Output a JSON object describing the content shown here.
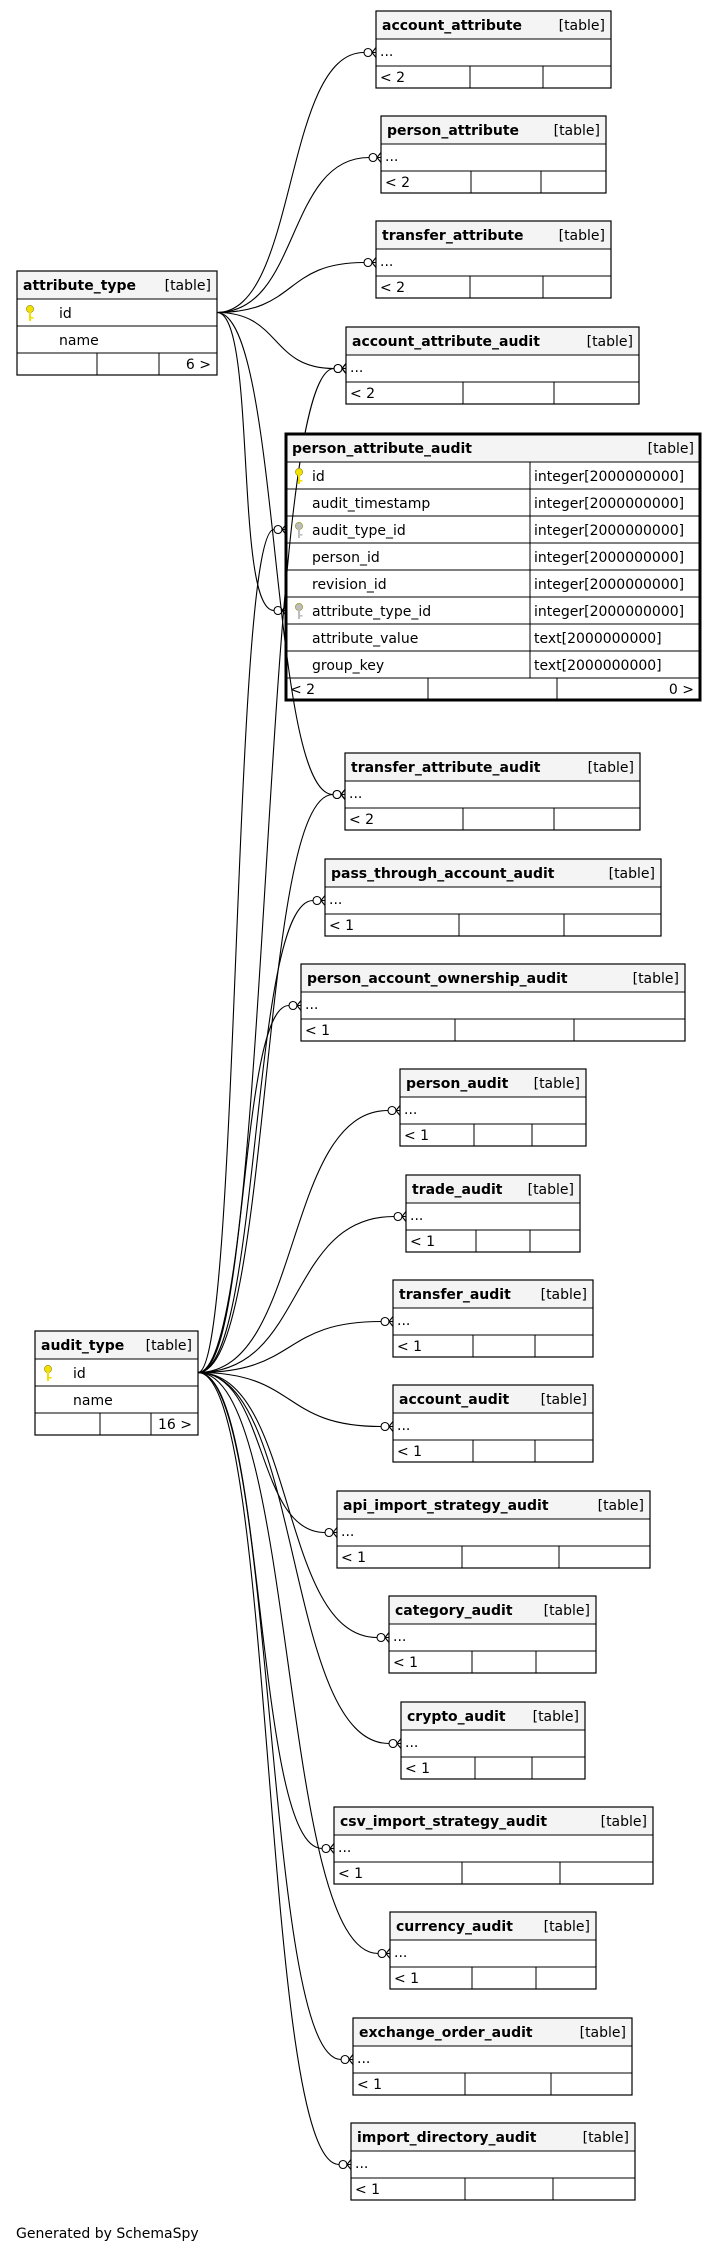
{
  "footer": "Generated by SchemaSpy",
  "type_suffix": "[table]",
  "ellipsis": "...",
  "tables": [
    {
      "key": "attribute_type",
      "name": "attribute_type",
      "type": "[table]",
      "columns": [
        {
          "pk": true,
          "name": "id"
        },
        {
          "pk": false,
          "name": "name"
        }
      ],
      "footer": [
        "",
        "",
        "6 >"
      ]
    },
    {
      "key": "audit_type",
      "name": "audit_type",
      "type": "[table]",
      "columns": [
        {
          "pk": true,
          "name": "id"
        },
        {
          "pk": false,
          "name": "name"
        }
      ],
      "footer": [
        "",
        "",
        "16 >"
      ]
    },
    {
      "key": "person_attribute_audit",
      "name": "person_attribute_audit",
      "type": "[table]",
      "focus": true,
      "columns": [
        {
          "pk": true,
          "name": "id",
          "dtype": "integer[2000000000]"
        },
        {
          "name": "audit_timestamp",
          "dtype": "integer[2000000000]"
        },
        {
          "fk": true,
          "name": "audit_type_id",
          "dtype": "integer[2000000000]"
        },
        {
          "name": "person_id",
          "dtype": "integer[2000000000]"
        },
        {
          "name": "revision_id",
          "dtype": "integer[2000000000]"
        },
        {
          "fk": true,
          "name": "attribute_type_id",
          "dtype": "integer[2000000000]"
        },
        {
          "name": "attribute_value",
          "dtype": "text[2000000000]"
        },
        {
          "name": "group_key",
          "dtype": "text[2000000000]"
        }
      ],
      "footer": [
        "< 2",
        "",
        "0 >"
      ]
    },
    {
      "key": "account_attribute",
      "name": "account_attribute",
      "type": "[table]",
      "footer": [
        "< 2",
        "",
        ""
      ]
    },
    {
      "key": "person_attribute",
      "name": "person_attribute",
      "type": "[table]",
      "footer": [
        "< 2",
        "",
        ""
      ]
    },
    {
      "key": "transfer_attribute",
      "name": "transfer_attribute",
      "type": "[table]",
      "footer": [
        "< 2",
        "",
        ""
      ]
    },
    {
      "key": "account_attribute_audit",
      "name": "account_attribute_audit",
      "type": "[table]",
      "footer": [
        "< 2",
        "",
        ""
      ]
    },
    {
      "key": "transfer_attribute_audit",
      "name": "transfer_attribute_audit",
      "type": "[table]",
      "footer": [
        "< 2",
        "",
        ""
      ]
    },
    {
      "key": "pass_through_account_audit",
      "name": "pass_through_account_audit",
      "type": "[table]",
      "footer": [
        "< 1",
        "",
        ""
      ]
    },
    {
      "key": "person_account_ownership_audit",
      "name": "person_account_ownership_audit",
      "type": "[table]",
      "footer": [
        "< 1",
        "",
        ""
      ]
    },
    {
      "key": "person_audit",
      "name": "person_audit",
      "type": "[table]",
      "footer": [
        "< 1",
        "",
        ""
      ]
    },
    {
      "key": "trade_audit",
      "name": "trade_audit",
      "type": "[table]",
      "footer": [
        "< 1",
        "",
        ""
      ]
    },
    {
      "key": "transfer_audit",
      "name": "transfer_audit",
      "type": "[table]",
      "footer": [
        "< 1",
        "",
        ""
      ]
    },
    {
      "key": "account_audit",
      "name": "account_audit",
      "type": "[table]",
      "footer": [
        "< 1",
        "",
        ""
      ]
    },
    {
      "key": "api_import_strategy_audit",
      "name": "api_import_strategy_audit",
      "type": "[table]",
      "footer": [
        "< 1",
        "",
        ""
      ]
    },
    {
      "key": "category_audit",
      "name": "category_audit",
      "type": "[table]",
      "footer": [
        "< 1",
        "",
        ""
      ]
    },
    {
      "key": "crypto_audit",
      "name": "crypto_audit",
      "type": "[table]",
      "footer": [
        "< 1",
        "",
        ""
      ]
    },
    {
      "key": "csv_import_strategy_audit",
      "name": "csv_import_strategy_audit",
      "type": "[table]",
      "footer": [
        "< 1",
        "",
        ""
      ]
    },
    {
      "key": "currency_audit",
      "name": "currency_audit",
      "type": "[table]",
      "footer": [
        "< 1",
        "",
        ""
      ]
    },
    {
      "key": "exchange_order_audit",
      "name": "exchange_order_audit",
      "type": "[table]",
      "footer": [
        "< 1",
        "",
        ""
      ]
    },
    {
      "key": "import_directory_audit",
      "name": "import_directory_audit",
      "type": "[table]",
      "footer": [
        "< 1",
        "",
        ""
      ]
    }
  ],
  "relationships": [
    {
      "from": "attribute_type",
      "to": "account_attribute"
    },
    {
      "from": "attribute_type",
      "to": "person_attribute"
    },
    {
      "from": "attribute_type",
      "to": "transfer_attribute"
    },
    {
      "from": "attribute_type",
      "to": "account_attribute_audit"
    },
    {
      "from": "attribute_type",
      "to": "person_attribute_audit"
    },
    {
      "from": "attribute_type",
      "to": "transfer_attribute_audit"
    },
    {
      "from": "audit_type",
      "to": "account_attribute_audit"
    },
    {
      "from": "audit_type",
      "to": "person_attribute_audit"
    },
    {
      "from": "audit_type",
      "to": "transfer_attribute_audit"
    },
    {
      "from": "audit_type",
      "to": "pass_through_account_audit"
    },
    {
      "from": "audit_type",
      "to": "person_account_ownership_audit"
    },
    {
      "from": "audit_type",
      "to": "person_audit"
    },
    {
      "from": "audit_type",
      "to": "trade_audit"
    },
    {
      "from": "audit_type",
      "to": "transfer_audit"
    },
    {
      "from": "audit_type",
      "to": "account_audit"
    },
    {
      "from": "audit_type",
      "to": "api_import_strategy_audit"
    },
    {
      "from": "audit_type",
      "to": "category_audit"
    },
    {
      "from": "audit_type",
      "to": "crypto_audit"
    },
    {
      "from": "audit_type",
      "to": "csv_import_strategy_audit"
    },
    {
      "from": "audit_type",
      "to": "currency_audit"
    },
    {
      "from": "audit_type",
      "to": "exchange_order_audit"
    },
    {
      "from": "audit_type",
      "to": "import_directory_audit"
    }
  ]
}
